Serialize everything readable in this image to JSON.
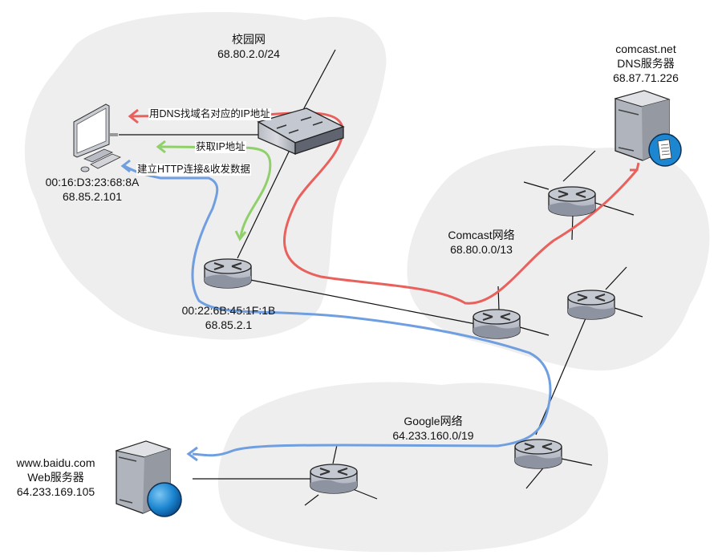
{
  "networks": {
    "campus": {
      "name": "校园网",
      "subnet": "68.80.2.0/24"
    },
    "comcast": {
      "name": "Comcast网络",
      "subnet": "68.80.0.0/13"
    },
    "google": {
      "name": "Google网络",
      "subnet": "64.233.160.0/19"
    }
  },
  "hosts": {
    "client": {
      "mac": "00:16:D3:23:68:8A",
      "ip": "68.85.2.101"
    },
    "gateway_router": {
      "mac": "00:22:6B:45:1F:1B",
      "ip": "68.85.2.1"
    },
    "dns_server": {
      "domain": "comcast.net",
      "role": "DNS服务器",
      "ip": "68.87.71.226"
    },
    "web_server": {
      "domain": "www.baidu.com",
      "role": "Web服务器",
      "ip": "64.233.169.105"
    }
  },
  "flows": {
    "dns": {
      "label": "用DNS找域名对应的IP地址",
      "color": "#e8615c"
    },
    "dhcp": {
      "label": "获取IP地址",
      "color": "#8fd06a"
    },
    "http": {
      "label": "建立HTTP连接&收发数据",
      "color": "#6f9fe0"
    }
  },
  "colors": {
    "cloud": "#efeeef",
    "router": "#b3b8c4",
    "link": "#111111"
  }
}
